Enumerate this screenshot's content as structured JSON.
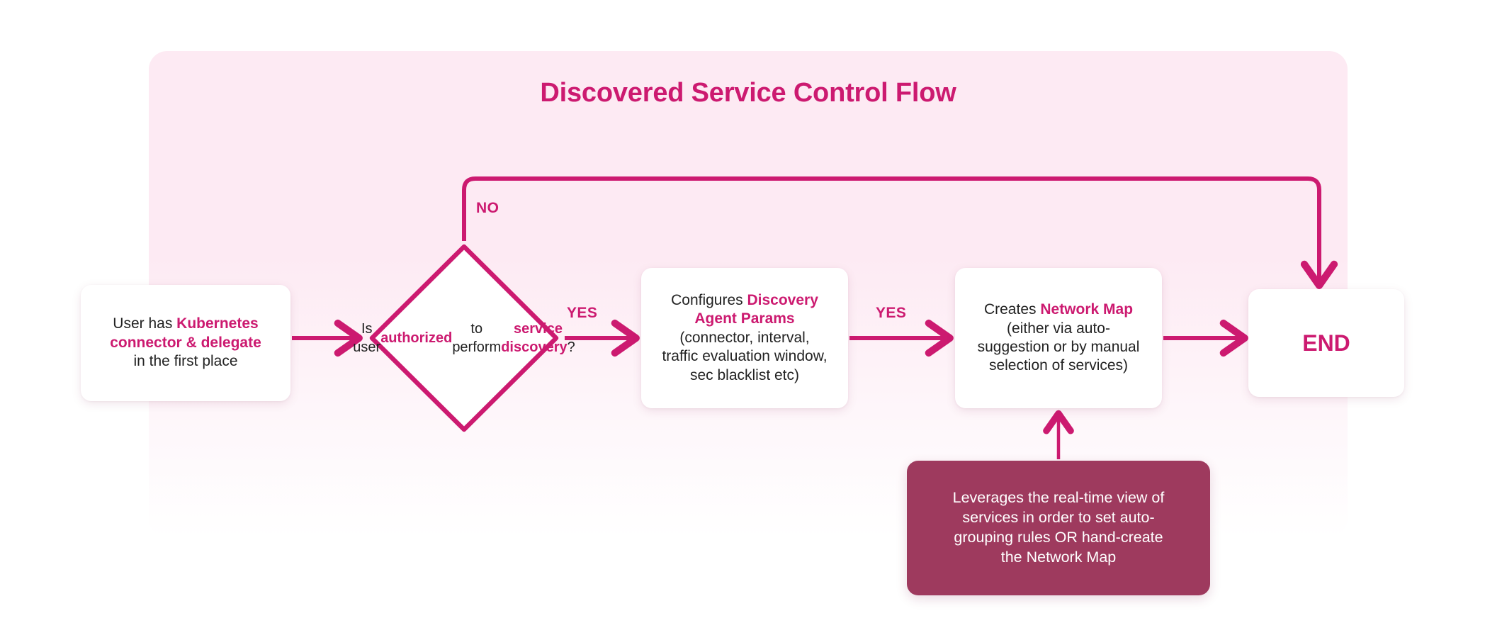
{
  "diagram": {
    "title": "Discovered Service Control Flow",
    "accent_color": "#cc1a70",
    "panel_color": "#fdeaf3",
    "note_color": "#9e3a5e"
  },
  "nodes": {
    "start": {
      "name": "start-box",
      "lines": [
        [
          {
            "t": "User has ",
            "hl": false
          },
          {
            "t": "Kubernetes",
            "hl": true
          }
        ],
        [
          {
            "t": "connector & delegate",
            "hl": true
          }
        ],
        [
          {
            "t": "in the first place",
            "hl": false
          }
        ]
      ],
      "plain": "User has Kubernetes connector & delegate in the first place"
    },
    "decision": {
      "name": "decision-diamond",
      "lines": [
        [
          {
            "t": "Is user",
            "hl": false
          }
        ],
        [
          {
            "t": "authorized",
            "hl": true
          }
        ],
        [
          {
            "t": "to perform",
            "hl": false
          }
        ],
        [
          {
            "t": "service discovery",
            "hl": true
          },
          {
            "t": "?",
            "hl": false
          }
        ]
      ],
      "plain": "Is user authorized to perform service discovery?"
    },
    "params": {
      "name": "discovery-agent-params-box",
      "lines": [
        [
          {
            "t": "Configures ",
            "hl": false
          },
          {
            "t": "Discovery",
            "hl": true
          }
        ],
        [
          {
            "t": "Agent Params",
            "hl": true
          }
        ],
        [
          {
            "t": "(connector, interval,",
            "hl": false
          }
        ],
        [
          {
            "t": "traffic evaluation window,",
            "hl": false
          }
        ],
        [
          {
            "t": "sec blacklist etc)",
            "hl": false
          }
        ]
      ],
      "plain": "Configures Discovery Agent Params (connector, interval, traffic evaluation window, sec blacklist etc)"
    },
    "netmap": {
      "name": "network-map-box",
      "lines": [
        [
          {
            "t": "Creates ",
            "hl": false
          },
          {
            "t": "Network Map",
            "hl": true
          }
        ],
        [
          {
            "t": "(either via auto-",
            "hl": false
          }
        ],
        [
          {
            "t": "suggestion or by manual",
            "hl": false
          }
        ],
        [
          {
            "t": "selection of services)",
            "hl": false
          }
        ]
      ],
      "plain": "Creates Network Map (either via auto-suggestion or by manual selection of services)"
    },
    "end": {
      "name": "end-box",
      "label": "END"
    },
    "note": {
      "name": "note-card",
      "lines": [
        [
          {
            "t": "Leverages the real-time view of",
            "hl": false
          }
        ],
        [
          {
            "t": "services in order to set auto-",
            "hl": false
          }
        ],
        [
          {
            "t": "grouping rules OR hand-create",
            "hl": false
          }
        ],
        [
          {
            "t": "the Network Map",
            "hl": false
          }
        ]
      ],
      "plain": "Leverages the real-time view of services in order to set auto-grouping rules OR hand-create the Network Map"
    }
  },
  "edges": {
    "no_label": "NO",
    "yes_label_1": "YES",
    "yes_label_2": "YES"
  }
}
